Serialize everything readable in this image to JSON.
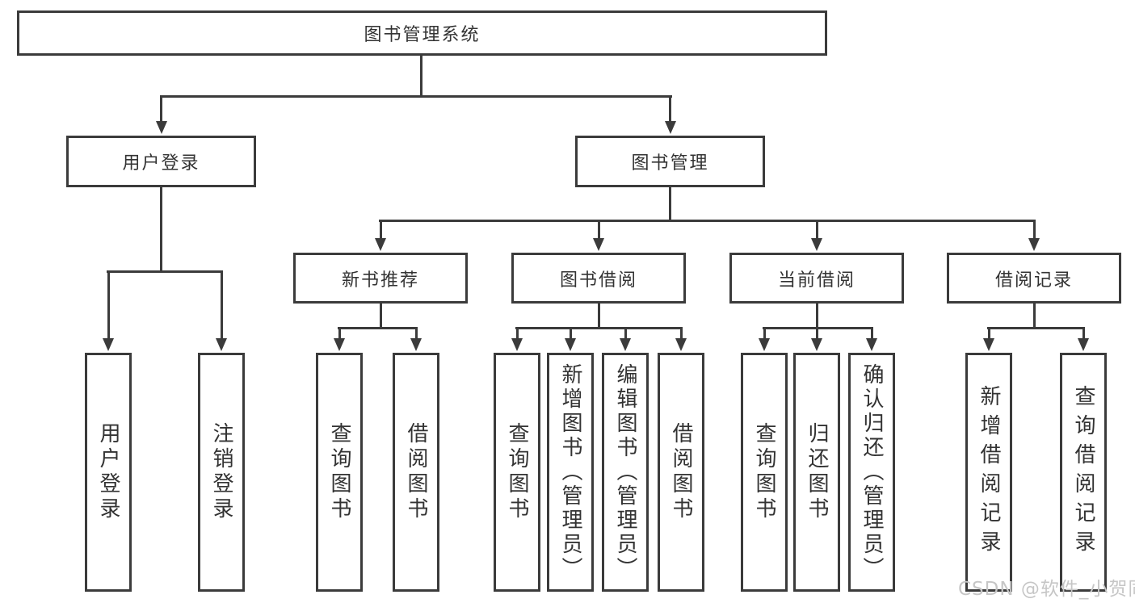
{
  "diagram": {
    "title": "图书管理系统",
    "root": "图书管理系统",
    "branches": [
      {
        "label": "用户登录",
        "children": [
          "用户登录",
          "注销登录"
        ]
      },
      {
        "label": "图书管理",
        "children": [
          {
            "label": "新书推荐",
            "children": [
              "查询图书",
              "借阅图书"
            ]
          },
          {
            "label": "图书借阅",
            "children": [
              "查询图书",
              "新增图书（管理员）",
              "编辑图书（管理员）",
              "借阅图书"
            ]
          },
          {
            "label": "当前借阅",
            "children": [
              "查询图书",
              "归还图书",
              "确认归还（管理员）"
            ]
          },
          {
            "label": "借阅记录",
            "children": [
              "新增借阅记录",
              "查询借阅记录"
            ]
          }
        ]
      }
    ]
  },
  "watermark": {
    "text": "CSDN @软件_小贺同学"
  },
  "colors": {
    "line": "#3b3b3b",
    "text": "#333333",
    "background": "#ffffff",
    "watermark": "#c6c6c6"
  }
}
